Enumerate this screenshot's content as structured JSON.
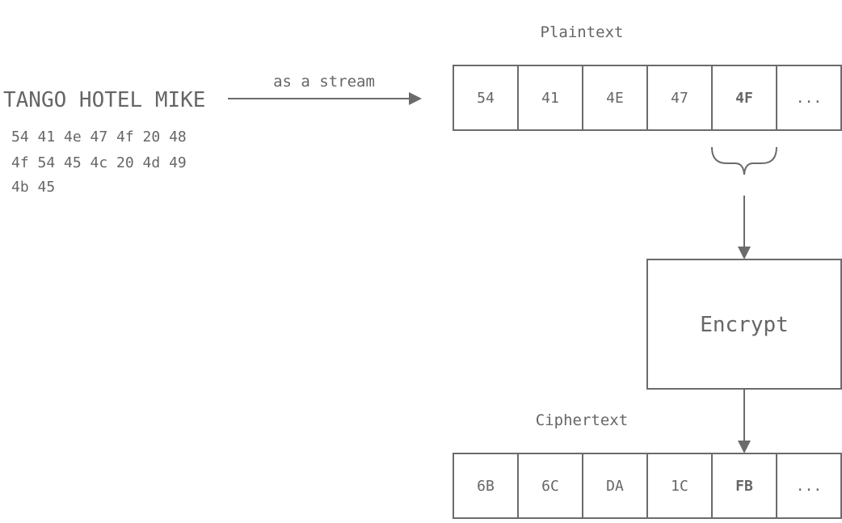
{
  "message": "TANGO HOTEL MIKE",
  "hex_lines": [
    "54 41 4e 47 4f 20 48",
    "4f 54 45 4c 20 4d 49",
    "4b 45"
  ],
  "stream_label": "as a stream",
  "plaintext": {
    "title": "Plaintext",
    "cells": [
      "54",
      "41",
      "4E",
      "47",
      "4F",
      "..."
    ],
    "highlight_index": 4
  },
  "encrypt_label": "Encrypt",
  "ciphertext": {
    "title": "Ciphertext",
    "cells": [
      "6B",
      "6C",
      "DA",
      "1C",
      "FB",
      "..."
    ],
    "highlight_index": 4
  },
  "colors": {
    "stroke": "#6b6b6b",
    "text": "#666666",
    "background": "#ffffff"
  }
}
